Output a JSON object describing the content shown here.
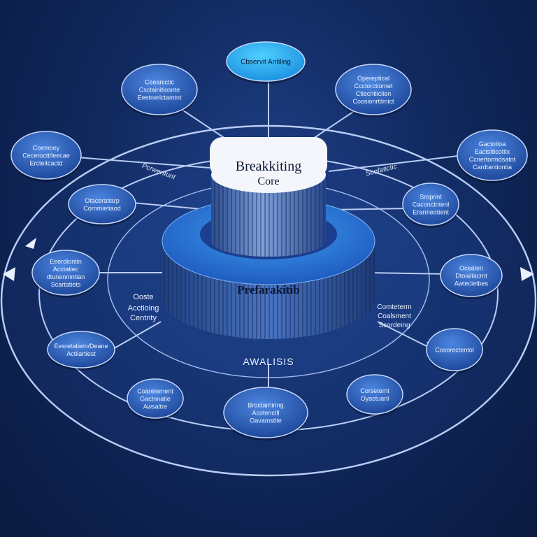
{
  "colors": {
    "background": "#10295e",
    "ring_line": "#b9ccf3",
    "node_fill": "#2f67c9",
    "node_highlight": "#38b8ff",
    "core_top": "#f4f6fb",
    "core_side": "#3a67b8",
    "base_top": "#3a8de6",
    "label_text": "#e9f1ff",
    "core_text": "#0c1733"
  },
  "core": {
    "title_line1": "Breakkiting",
    "title_line2": "Core",
    "base_label": "Prefarakitib"
  },
  "center_labels": {
    "left_line1": "Ooste",
    "left_line2": "Acctioing",
    "left_line3": "Centrity",
    "right_line1": "Comteterm",
    "right_line2": "Coalsment",
    "right_line3": "Scordeing",
    "bottom": "AWALISIS"
  },
  "spoke_labels": {
    "left": "Pcrwentunt",
    "right": "Scofatictic"
  },
  "nodes": [
    {
      "id": "top",
      "icon": "circle-node",
      "lines": [
        "Cbservit Antiling"
      ]
    },
    {
      "id": "upper-left",
      "icon": "circle-node",
      "lines": [
        "Ceeanictic",
        "Csctainitiosnte",
        "Eeetnerictamtnt"
      ]
    },
    {
      "id": "upper-right",
      "icon": "circle-node",
      "lines": [
        "Opereptical",
        "Ccctorctiomet",
        "Ctiecntliclien",
        "Coosionrtilmict"
      ]
    },
    {
      "id": "left-high",
      "icon": "circle-node",
      "lines": [
        "Coemoey",
        "Ceceroctt/leecae",
        "Ercteitcactd"
      ]
    },
    {
      "id": "right-high",
      "icon": "circle-node",
      "lines": [
        "Gactotioa",
        "Eactstticotitx",
        "Ccnertormdsatnt",
        "Cardtantiontia"
      ]
    },
    {
      "id": "left-mid",
      "icon": "circle-node",
      "lines": [
        "Otaceratiarp",
        "Cornmietiaod"
      ]
    },
    {
      "id": "right-mid",
      "icon": "circle-node",
      "lines": [
        "Sroprint",
        "Caconctntenl",
        "Erarmeotient"
      ]
    },
    {
      "id": "left-low",
      "icon": "circle-node",
      "lines": [
        "Eeerdiontin",
        "Acctatiec",
        "dtunenmntian",
        "Scartatiets"
      ]
    },
    {
      "id": "right-low",
      "icon": "circle-node",
      "lines": [
        "Oceaten",
        "Dtoiaitacrnt",
        "Awtecietbes"
      ]
    },
    {
      "id": "bottom-left-1",
      "icon": "circle-node",
      "lines": [
        "Eesretatiem/Deane",
        "Actiiartiest"
      ]
    },
    {
      "id": "bottom-left-2",
      "icon": "circle-node",
      "lines": [
        "Coarelement",
        "Gactnnatie",
        "Awsaltre"
      ]
    },
    {
      "id": "bottom-center",
      "icon": "circle-node",
      "lines": [
        "Broctarriiring",
        "Acotenctll",
        "Oavamstite"
      ]
    },
    {
      "id": "bottom-right-1",
      "icon": "circle-node",
      "lines": [
        "Corsetemt",
        "Oyactuanl"
      ]
    },
    {
      "id": "bottom-right-2",
      "icon": "circle-node",
      "lines": [
        "Cosorectentol"
      ]
    }
  ]
}
